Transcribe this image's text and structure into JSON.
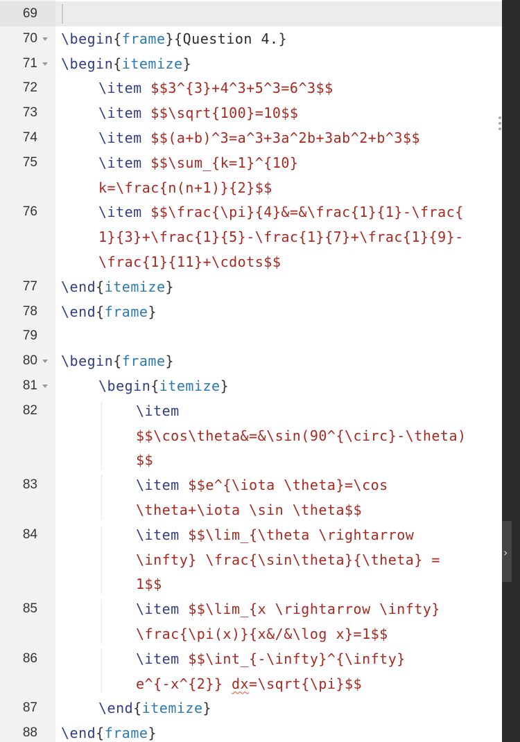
{
  "editor": {
    "lines": [
      {
        "n": "69",
        "fold": false,
        "indent": 0,
        "rows": [
          []
        ]
      },
      {
        "n": "70",
        "fold": true,
        "indent": 0,
        "rows": [
          [
            [
              "k",
              "\\begin"
            ],
            [
              "b",
              "{"
            ],
            [
              "e",
              "frame"
            ],
            [
              "b",
              "}{"
            ],
            [
              "t",
              "Question 4."
            ],
            [
              "b",
              "}"
            ]
          ]
        ]
      },
      {
        "n": "71",
        "fold": true,
        "indent": 0,
        "rows": [
          [
            [
              "k",
              "\\begin"
            ],
            [
              "b",
              "{"
            ],
            [
              "e",
              "itemize"
            ],
            [
              "b",
              "}"
            ]
          ]
        ]
      },
      {
        "n": "72",
        "fold": false,
        "indent": 1,
        "rows": [
          [
            [
              "k",
              "\\item"
            ],
            [
              "t",
              " "
            ],
            [
              "m",
              "$$3^{3}+4^3+5^3=6^3$$"
            ]
          ]
        ]
      },
      {
        "n": "73",
        "fold": false,
        "indent": 1,
        "rows": [
          [
            [
              "k",
              "\\item"
            ],
            [
              "t",
              " "
            ],
            [
              "m",
              "$$\\sqrt{100}=10$$"
            ]
          ]
        ]
      },
      {
        "n": "74",
        "fold": false,
        "indent": 1,
        "rows": [
          [
            [
              "k",
              "\\item"
            ],
            [
              "t",
              " "
            ],
            [
              "m",
              "$$(a+b)^3=a^3+3a^2b+3ab^2+b^3$$"
            ]
          ]
        ]
      },
      {
        "n": "75",
        "fold": false,
        "indent": 1,
        "rows": [
          [
            [
              "k",
              "\\item"
            ],
            [
              "t",
              " "
            ],
            [
              "m",
              "$$\\sum_{k=1}^{10}"
            ]
          ],
          [
            [
              "m",
              "k=\\frac{n(n+1)}{2}$$"
            ]
          ]
        ]
      },
      {
        "n": "76",
        "fold": false,
        "indent": 1,
        "rows": [
          [
            [
              "k",
              "\\item"
            ],
            [
              "t",
              " "
            ],
            [
              "m",
              "$$\\frac{\\pi}{4}&=&\\frac{1}{1}-\\frac{"
            ]
          ],
          [
            [
              "m",
              "1}{3}+\\frac{1}{5}-\\frac{1}{7}+\\frac{1}{9}-"
            ]
          ],
          [
            [
              "m",
              "\\frac{1}{11}+\\cdots$$"
            ]
          ]
        ]
      },
      {
        "n": "77",
        "fold": false,
        "indent": 0,
        "rows": [
          [
            [
              "k",
              "\\end"
            ],
            [
              "b",
              "{"
            ],
            [
              "e",
              "itemize"
            ],
            [
              "b",
              "}"
            ]
          ]
        ]
      },
      {
        "n": "78",
        "fold": false,
        "indent": 0,
        "rows": [
          [
            [
              "k",
              "\\end"
            ],
            [
              "b",
              "{"
            ],
            [
              "e",
              "frame"
            ],
            [
              "b",
              "}"
            ]
          ]
        ]
      },
      {
        "n": "79",
        "fold": false,
        "indent": 0,
        "rows": [
          []
        ]
      },
      {
        "n": "80",
        "fold": true,
        "indent": 0,
        "rows": [
          [
            [
              "k",
              "\\begin"
            ],
            [
              "b",
              "{"
            ],
            [
              "e",
              "frame"
            ],
            [
              "b",
              "}"
            ]
          ]
        ]
      },
      {
        "n": "81",
        "fold": true,
        "indent": 1,
        "rows": [
          [
            [
              "k",
              "\\begin"
            ],
            [
              "b",
              "{"
            ],
            [
              "e",
              "itemize"
            ],
            [
              "b",
              "}"
            ]
          ]
        ]
      },
      {
        "n": "82",
        "fold": false,
        "indent": 2,
        "rows": [
          [
            [
              "k",
              "\\item"
            ]
          ],
          [
            [
              "m",
              "$$\\cos\\theta&=&\\sin(90^{\\circ}-\\theta)"
            ]
          ],
          [
            [
              "m",
              "$$"
            ]
          ]
        ]
      },
      {
        "n": "83",
        "fold": false,
        "indent": 2,
        "rows": [
          [
            [
              "k",
              "\\item"
            ],
            [
              "t",
              " "
            ],
            [
              "m",
              "$$e^{\\iota \\theta}=\\cos"
            ]
          ],
          [
            [
              "m",
              "\\theta+\\iota \\sin \\theta$$"
            ]
          ]
        ]
      },
      {
        "n": "84",
        "fold": false,
        "indent": 2,
        "rows": [
          [
            [
              "k",
              "\\item"
            ],
            [
              "t",
              " "
            ],
            [
              "m",
              "$$\\lim_{\\theta \\rightarrow"
            ]
          ],
          [
            [
              "m",
              "\\infty} \\frac{\\sin\\theta}{\\theta} ="
            ]
          ],
          [
            [
              "m",
              "1$$"
            ]
          ]
        ]
      },
      {
        "n": "85",
        "fold": false,
        "indent": 2,
        "rows": [
          [
            [
              "k",
              "\\item"
            ],
            [
              "t",
              " "
            ],
            [
              "m",
              "$$\\lim_{x \\rightarrow \\infty}"
            ]
          ],
          [
            [
              "m",
              "\\frac{\\pi(x)}{x&/&\\log x}=1$$"
            ]
          ]
        ]
      },
      {
        "n": "86",
        "fold": false,
        "indent": 2,
        "rows": [
          [
            [
              "k",
              "\\item"
            ],
            [
              "t",
              " "
            ],
            [
              "m",
              "$$\\int_{-\\infty}^{\\infty}"
            ]
          ],
          [
            [
              "m",
              "e^{-x^{2}} "
            ],
            [
              "m_sq",
              "dx"
            ],
            [
              "m",
              "=\\sqrt{\\pi}$$"
            ]
          ]
        ]
      },
      {
        "n": "87",
        "fold": false,
        "indent": 1,
        "rows": [
          [
            [
              "k",
              "\\end"
            ],
            [
              "b",
              "{"
            ],
            [
              "e",
              "itemize"
            ],
            [
              "b",
              "}"
            ]
          ]
        ]
      },
      {
        "n": "88",
        "fold": false,
        "indent": 0,
        "rows": [
          [
            [
              "k",
              "\\end"
            ],
            [
              "b",
              "{"
            ],
            [
              "e",
              "frame"
            ],
            [
              "b",
              "}"
            ]
          ]
        ]
      }
    ]
  },
  "colors": {
    "command": "#2f3d8a",
    "brace": "#333333",
    "env": "#2a7ab0",
    "math": "#a8281f",
    "text": "#2a2a2a",
    "gutter": "#f2f2f2",
    "active_line": "#ececec",
    "scrollbar": "#2b2b2b",
    "squiggle": "#e05020"
  },
  "icons": {
    "fold": "fold-triangle-icon",
    "scroll": "chevron-right-icon",
    "handle": "drag-handle-icon"
  }
}
